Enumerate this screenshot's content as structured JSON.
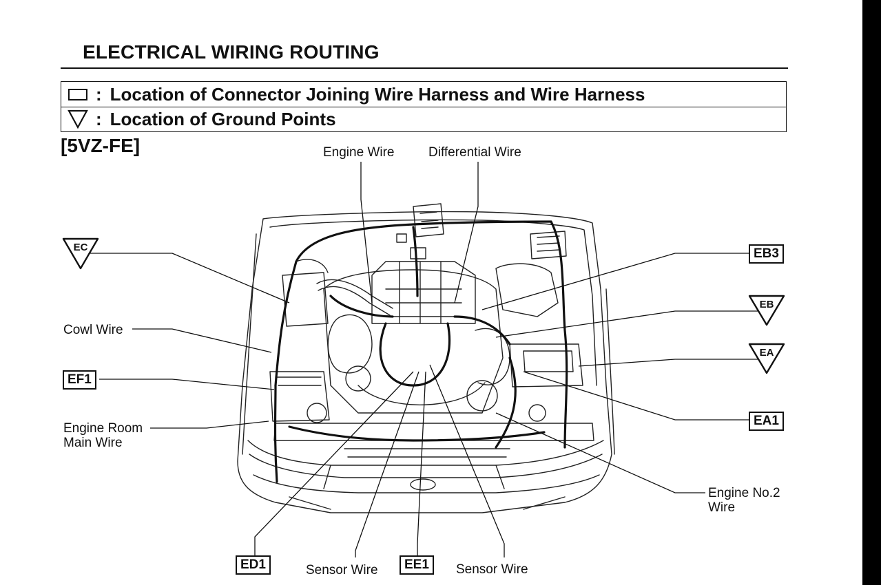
{
  "title": "ELECTRICAL WIRING ROUTING",
  "legend": {
    "connector": "Location of Connector Joining Wire Harness and Wire Harness",
    "ground": "Location of Ground Points",
    "separator": ":"
  },
  "section": "[5VZ-FE]",
  "labels": {
    "engine_wire": "Engine Wire",
    "differential_wire": "Differential Wire",
    "cowl_wire": "Cowl Wire",
    "engine_room_main_wire_l1": "Engine Room",
    "engine_room_main_wire_l2": "Main Wire",
    "engine_no2_wire_l1": "Engine No.2",
    "engine_no2_wire_l2": "Wire",
    "sensor_wire_left": "Sensor Wire",
    "sensor_wire_right": "Sensor Wire"
  },
  "connectors": {
    "eb3": "EB3",
    "ef1": "EF1",
    "ea1": "EA1",
    "ed1": "ED1",
    "ee1": "EE1"
  },
  "grounds": {
    "ec": "EC",
    "eb": "EB",
    "ea": "EA"
  }
}
